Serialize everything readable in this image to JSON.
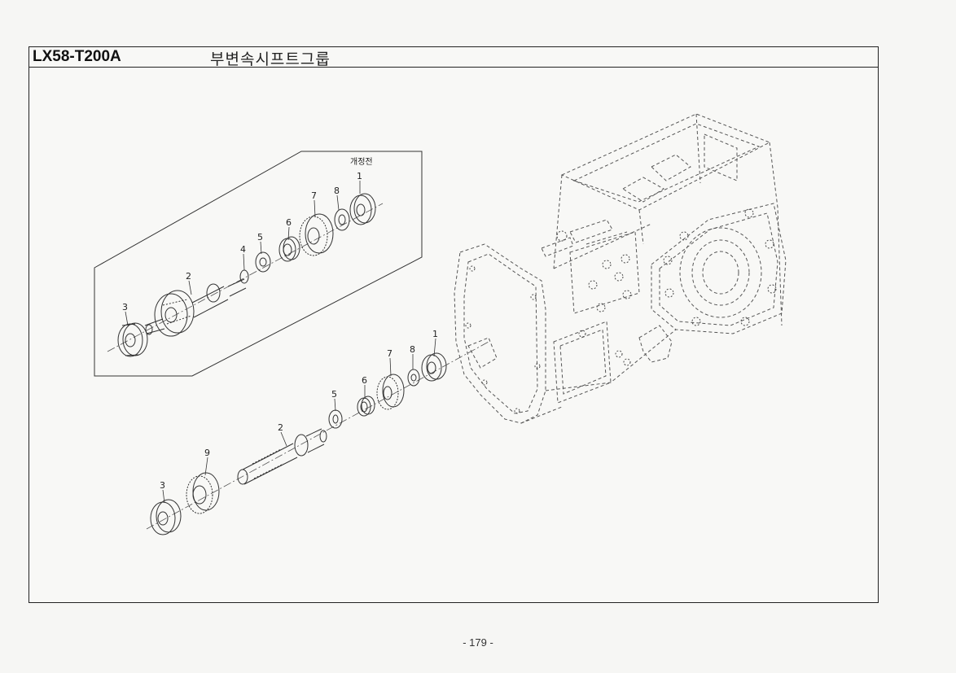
{
  "header": {
    "model": "LX58-T200A",
    "title": "부변속시프트그룹"
  },
  "inset": {
    "note": "개정전",
    "callouts": [
      "1",
      "8",
      "7",
      "6",
      "5",
      "4",
      "2",
      "3"
    ]
  },
  "main": {
    "callouts": [
      "1",
      "8",
      "7",
      "6",
      "5",
      "2",
      "9",
      "3"
    ]
  },
  "footer": {
    "page_number": "- 179 -"
  }
}
